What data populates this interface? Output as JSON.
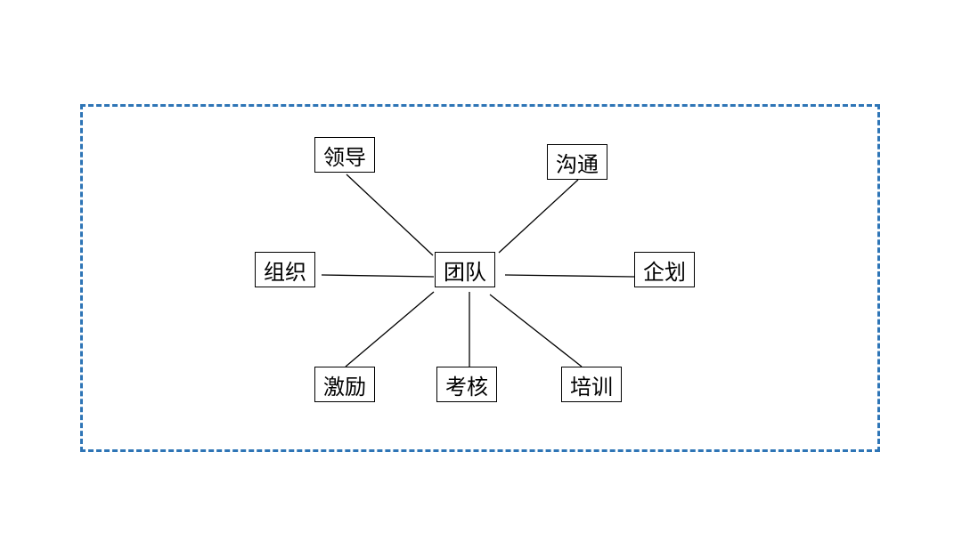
{
  "diagram": {
    "center": "团队",
    "nodes": {
      "lingdao": "领导",
      "goutong": "沟通",
      "zuzhi": "组织",
      "qihua": "企划",
      "jili": "激励",
      "kaohe": "考核",
      "peixun": "培训"
    }
  },
  "colors": {
    "frame_border": "#2e75b6",
    "node_border": "#000000",
    "line": "#000000"
  }
}
